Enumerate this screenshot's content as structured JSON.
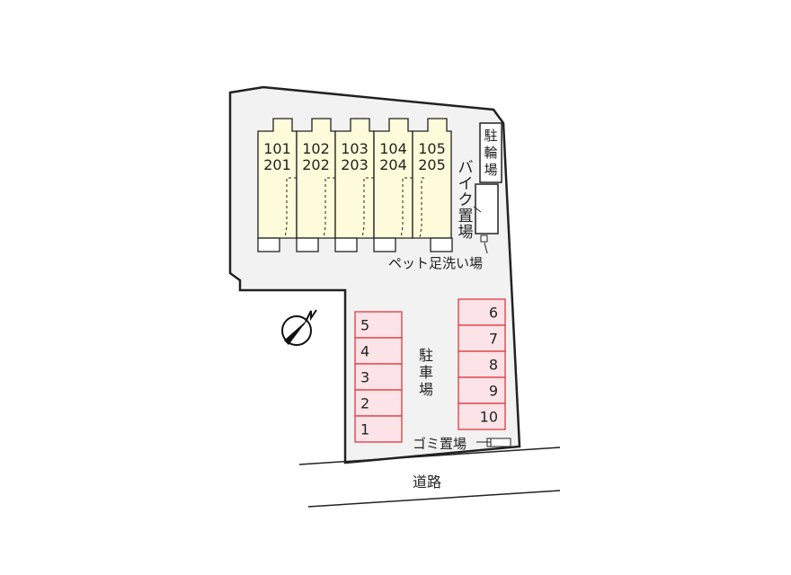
{
  "units": [
    {
      "upper": "101",
      "lower": "201"
    },
    {
      "upper": "102",
      "lower": "202"
    },
    {
      "upper": "103",
      "lower": "203"
    },
    {
      "upper": "104",
      "lower": "204"
    },
    {
      "upper": "105",
      "lower": "205"
    }
  ],
  "labels": {
    "bicycle_parking": [
      "駐",
      "輪",
      "場"
    ],
    "bike_parking": [
      "バ",
      "イ",
      "ク",
      "置",
      "場"
    ],
    "pet_wash": "ペット足洗い場",
    "car_parking": [
      "駐",
      "車",
      "場"
    ],
    "garbage": "ゴミ置場",
    "road": "道路",
    "north": "N"
  },
  "parking_left": [
    "5",
    "4",
    "3",
    "2",
    "1"
  ],
  "parking_right": [
    "6",
    "7",
    "8",
    "9",
    "10"
  ],
  "colors": {
    "lot_fill": "#f2f2f2",
    "building_fill": "#fdfbd9",
    "parking_fill": "#fbe3e8",
    "parking_stroke": "#e0383e",
    "outline": "#222222"
  }
}
